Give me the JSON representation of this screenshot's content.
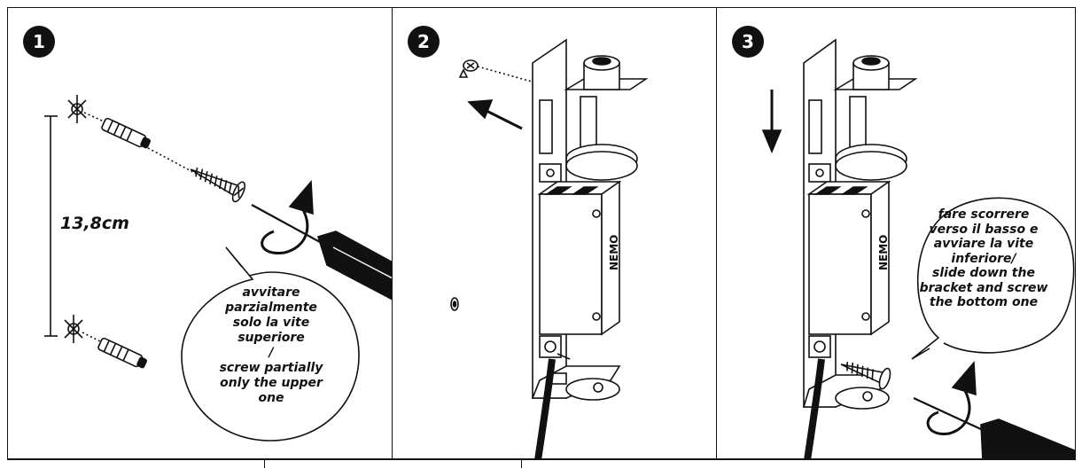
{
  "steps": [
    {
      "number": "1"
    },
    {
      "number": "2"
    },
    {
      "number": "3"
    }
  ],
  "step1": {
    "dimension": "13,8cm",
    "bubble_lines": [
      "avvitare",
      "parzialmente",
      "solo la vite",
      "superiore",
      "/",
      "screw partially",
      "only the upper",
      "one"
    ]
  },
  "step3": {
    "bubble_lines": [
      "fare scorrere",
      "verso il basso e",
      "avviare la vite",
      "inferiore/",
      "slide down the",
      "bracket and screw",
      "the bottom one"
    ]
  },
  "device": {
    "brand_label": "NEMO"
  }
}
